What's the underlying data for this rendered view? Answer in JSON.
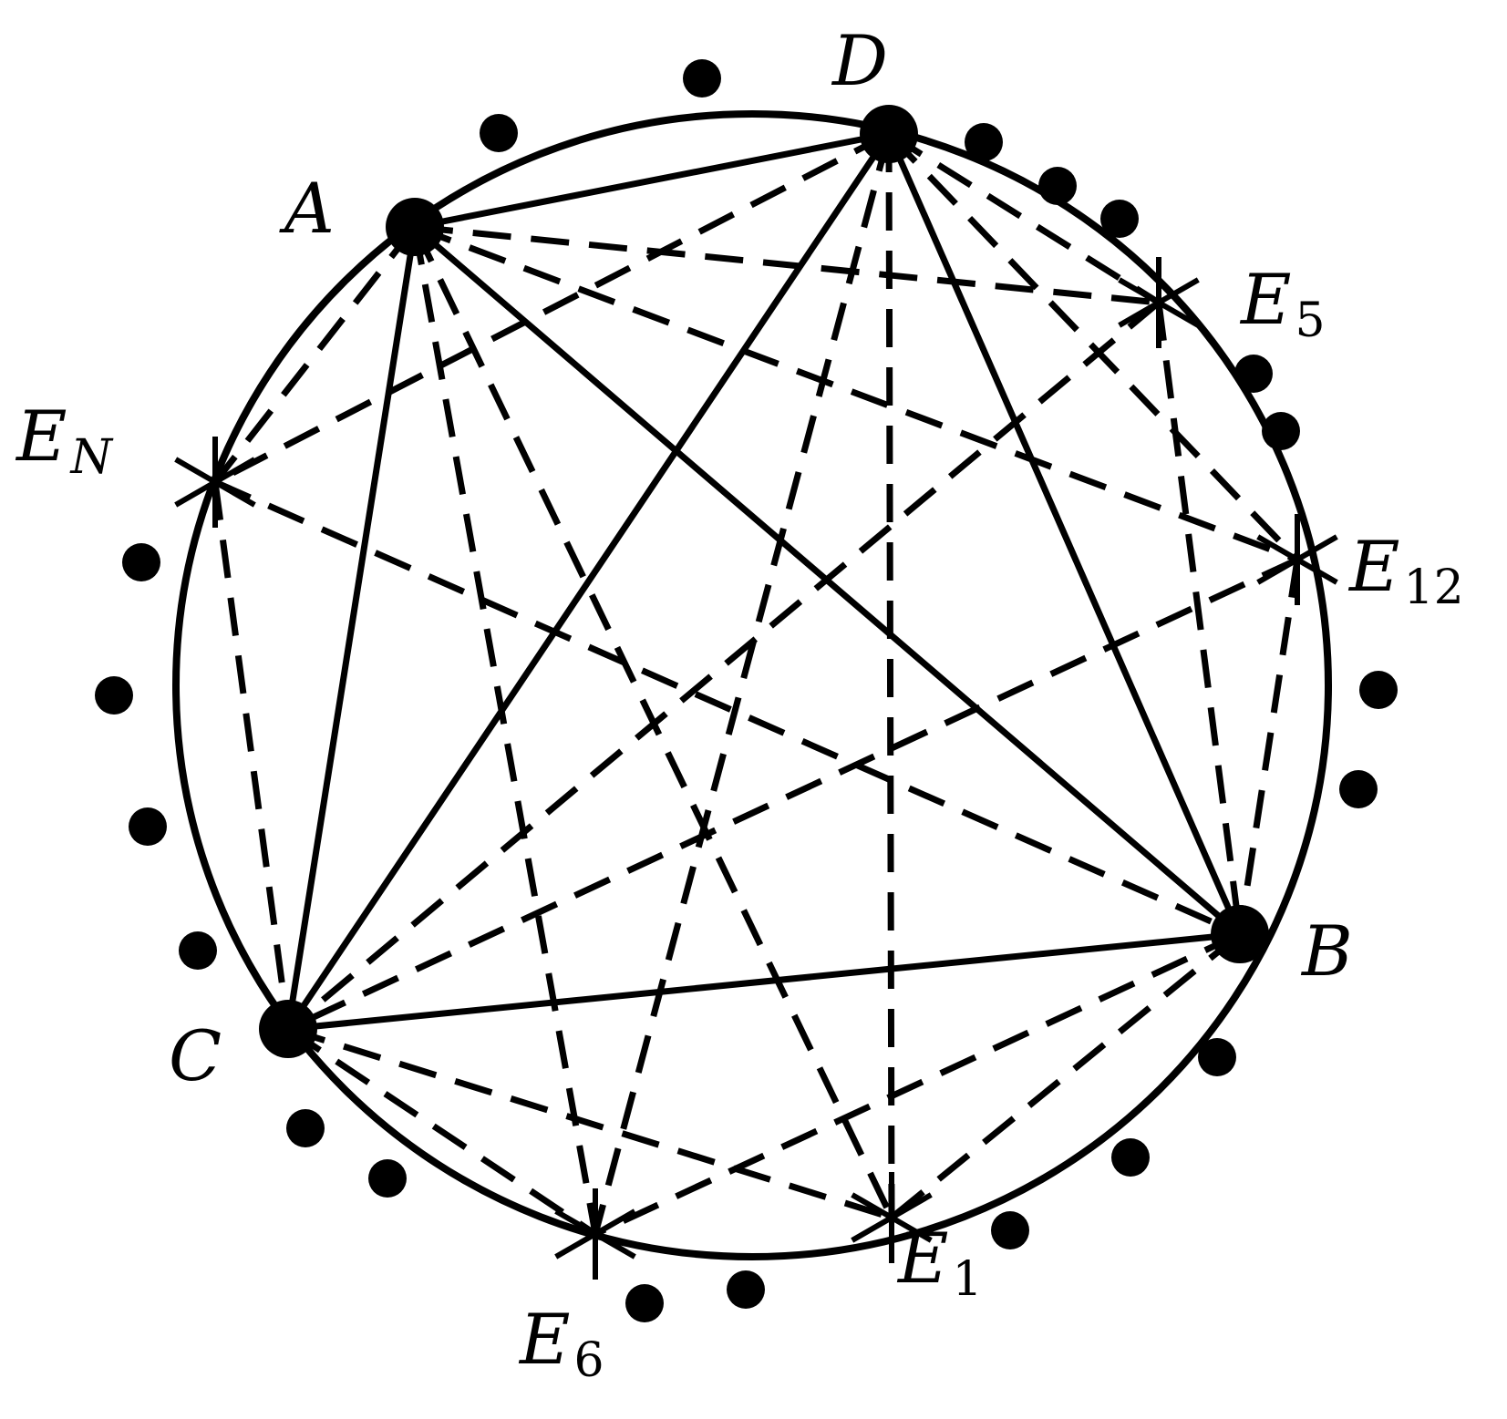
{
  "diagram": {
    "nodes": [
      {
        "id": "A",
        "label": "A",
        "sub": ""
      },
      {
        "id": "B",
        "label": "B",
        "sub": ""
      },
      {
        "id": "C",
        "label": "C",
        "sub": ""
      },
      {
        "id": "D",
        "label": "D",
        "sub": ""
      }
    ],
    "eavesdroppers": [
      {
        "id": "E5",
        "label": "E",
        "sub": "5"
      },
      {
        "id": "EN",
        "label": "E",
        "sub": "N"
      },
      {
        "id": "E12",
        "label": "E",
        "sub": "12"
      },
      {
        "id": "E6",
        "label": "E",
        "sub": "6"
      },
      {
        "id": "E1",
        "label": "E",
        "sub": "1"
      }
    ],
    "solid_links": [
      [
        "A",
        "D"
      ],
      [
        "A",
        "C"
      ],
      [
        "A",
        "B"
      ],
      [
        "D",
        "C"
      ],
      [
        "D",
        "B"
      ],
      [
        "C",
        "B"
      ]
    ],
    "dashed_links": [
      [
        "A",
        "E5"
      ],
      [
        "A",
        "E12"
      ],
      [
        "A",
        "EN"
      ],
      [
        "A",
        "E6"
      ],
      [
        "A",
        "E1"
      ],
      [
        "D",
        "EN"
      ],
      [
        "D",
        "E5"
      ],
      [
        "D",
        "E12"
      ],
      [
        "D",
        "E6"
      ],
      [
        "D",
        "E1"
      ],
      [
        "EN",
        "C"
      ],
      [
        "EN",
        "B"
      ],
      [
        "E5",
        "C"
      ],
      [
        "E5",
        "B"
      ],
      [
        "E12",
        "C"
      ],
      [
        "E12",
        "B"
      ],
      [
        "C",
        "E6"
      ],
      [
        "C",
        "E1"
      ],
      [
        "B",
        "E6"
      ],
      [
        "B",
        "E1"
      ]
    ],
    "colors": {
      "ink": "#000000",
      "background": "#ffffff"
    }
  }
}
